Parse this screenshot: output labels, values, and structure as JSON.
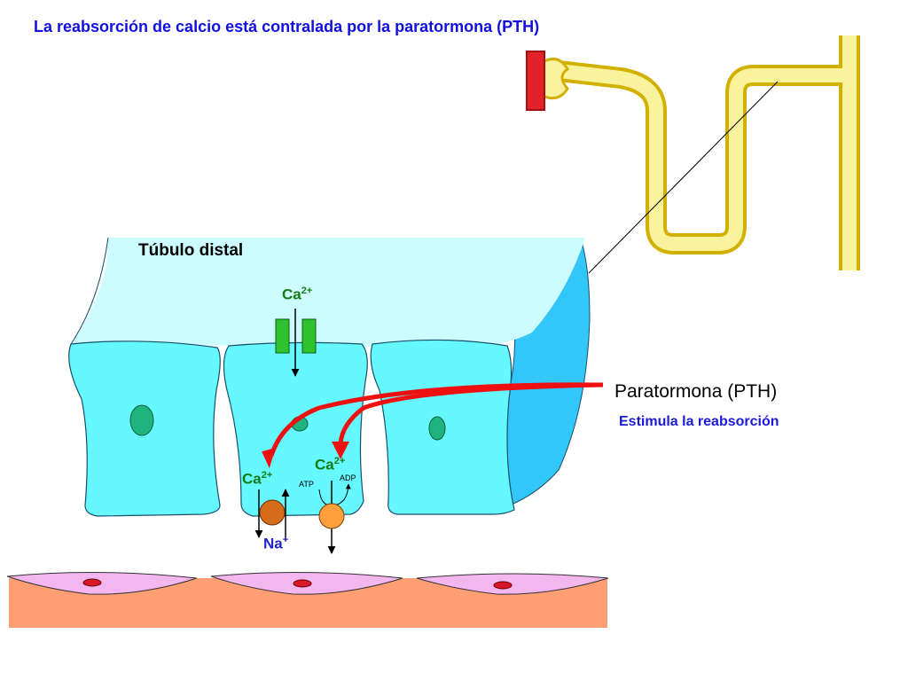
{
  "title": "La reabsorción de calcio está contralada por la paratormona (PTH)",
  "labels": {
    "tubulo_distal": "Túbulo distal",
    "ca_symbol": "Ca",
    "ca_charge": "2+",
    "na_symbol": "Na",
    "na_charge": "+",
    "atp": "ATP",
    "adp": "ADP",
    "pth": "Paratormona (PTH)",
    "stimulates": "Estimula la reabsorción"
  },
  "colors": {
    "title": "#1010e0",
    "tubule_lumen": "#ccfcff",
    "cell": "#66f8ff",
    "cell_outline": "#1a4f6a",
    "nucleus": "#1fb47d",
    "channel": "#2fc22f",
    "pth_arrow": "#ee1010",
    "interstitium": "#ff9e72",
    "endothelium": "#f4b6ee",
    "nephron_yellow": "#f8f39c",
    "nephron_outline": "#d2b000",
    "glomerulus": "#e2232b",
    "ion_green": "#137a13",
    "na_blue": "#2323c8",
    "pump_exchanger": "#d46c1a",
    "pump_atpase": "#ff9e3c"
  }
}
